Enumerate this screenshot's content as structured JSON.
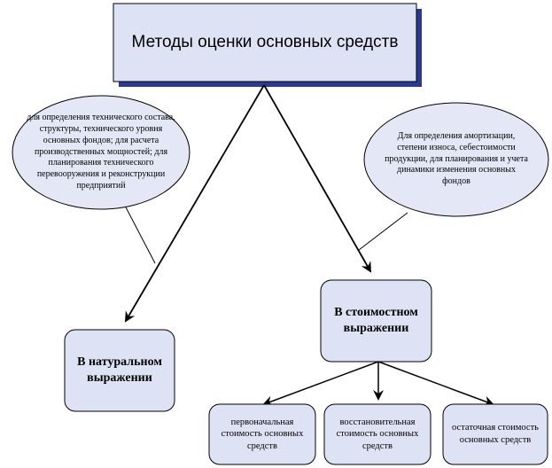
{
  "diagram": {
    "title": "Методы оценки основных средств",
    "natural": "В натуральном выражении",
    "cost": "В стоимостном выражении",
    "initial_cost": "первоначальная стоимость основных средств",
    "replacement_cost": "восстановительная стоимость основных средств",
    "residual_cost": "остаточная стоимость основных средств",
    "note_left": "для определения технического состава, структуры, технического уровня основных фондов; для расчета производственных мощностей; для планирования технического перевооружения и реконструкции предприятий",
    "note_right": "Для определения амортизации, степени износа, себестоимости продукции, для планирования и учета динамики изменения основных фондов"
  },
  "colors": {
    "box_fill": "#dde3f4",
    "ellipse_fill": "#e4e8f6",
    "shadow": "#2b3a8c",
    "stroke": "#000000"
  }
}
